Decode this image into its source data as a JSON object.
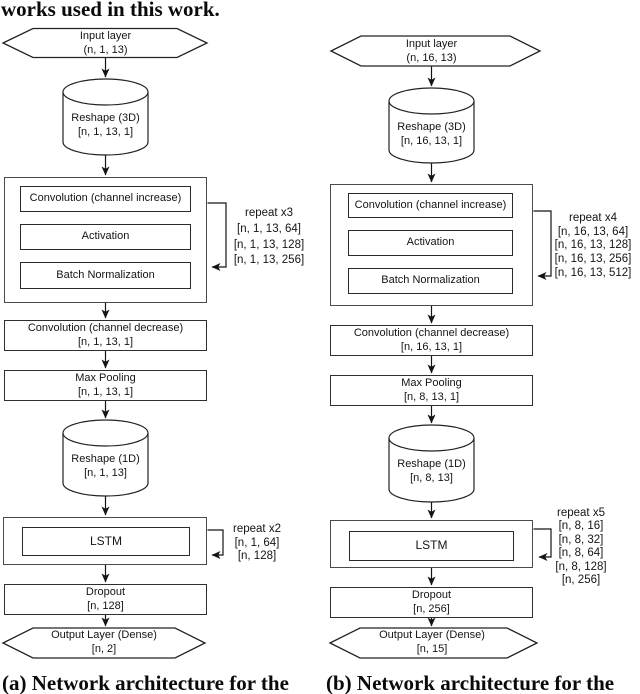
{
  "colors": {
    "ink": "#1a1a1a",
    "background": "#ffffff"
  },
  "captions": {
    "top_fragment": "works used in this work.",
    "sub_a": "(a) Network architecture for the",
    "sub_b": "(b) Network architecture for the"
  },
  "diagram_a": {
    "input": {
      "label": "Input layer",
      "shape": "(n, 1, 13)"
    },
    "reshape3d": {
      "label": "Reshape (3D)",
      "shape": "[n, 1, 13, 1]"
    },
    "conv_block": {
      "layers": [
        "Convolution (channel increase)",
        "Activation",
        "Batch Normalization"
      ],
      "repeat_label": "repeat x3",
      "repeat_shapes": [
        "[n, 1, 13, 64]",
        "[n, 1, 13, 128]",
        "[n, 1, 13, 256]"
      ]
    },
    "conv_decrease": {
      "label": "Convolution (channel decrease)",
      "shape": "[n, 1, 13, 1]"
    },
    "max_pooling": {
      "label": "Max Pooling",
      "shape": "[n, 1, 13, 1]"
    },
    "reshape1d": {
      "label": "Reshape (1D)",
      "shape": "[n, 1, 13]"
    },
    "lstm_block": {
      "label": "LSTM",
      "repeat_label": "repeat x2",
      "repeat_shapes": [
        "[n, 1, 64]",
        "[n, 128]"
      ]
    },
    "dropout": {
      "label": "Dropout",
      "shape": "[n, 128]"
    },
    "output": {
      "label": "Output Layer (Dense)",
      "shape": "[n, 2]"
    }
  },
  "diagram_b": {
    "input": {
      "label": "Input layer",
      "shape": "(n, 16, 13)"
    },
    "reshape3d": {
      "label": "Reshape (3D)",
      "shape": "[n, 16, 13, 1]"
    },
    "conv_block": {
      "layers": [
        "Convolution (channel increase)",
        "Activation",
        "Batch Normalization"
      ],
      "repeat_label": "repeat x4",
      "repeat_shapes": [
        "[n, 16, 13, 64]",
        "[n, 16, 13, 128]",
        "[n, 16, 13, 256]",
        "[n, 16, 13, 512]"
      ]
    },
    "conv_decrease": {
      "label": "Convolution (channel decrease)",
      "shape": "[n, 16, 13, 1]"
    },
    "max_pooling": {
      "label": "Max Pooling",
      "shape": "[n, 8, 13, 1]"
    },
    "reshape1d": {
      "label": "Reshape (1D)",
      "shape": "[n, 8, 13]"
    },
    "lstm_block": {
      "label": "LSTM",
      "repeat_label": "repeat x5",
      "repeat_shapes": [
        "[n, 8, 16]",
        "[n, 8, 32]",
        "[n, 8, 64]",
        "[n, 8, 128]",
        "[n, 256]"
      ]
    },
    "dropout": {
      "label": "Dropout",
      "shape": "[n, 256]"
    },
    "output": {
      "label": "Output Layer (Dense)",
      "shape": "[n, 15]"
    }
  }
}
